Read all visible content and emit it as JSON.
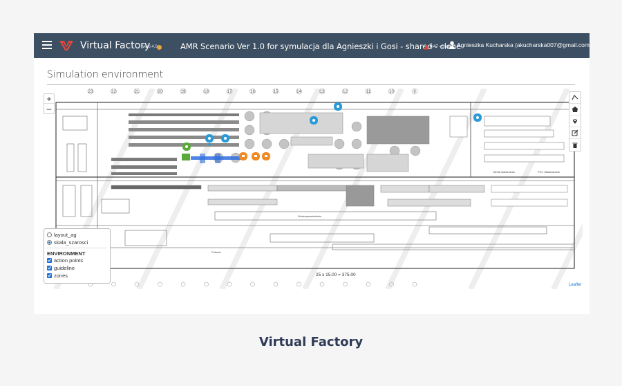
{
  "header": {
    "app_title": "Virtual Factory",
    "version": "ver0.4.0",
    "scenario_title": "AMR Scenario Ver 1.0 for symulacja dla Agnieszki i Gosi - shared - clone",
    "warning_text": "0/47 - created",
    "user": "Agnieszka Kucharska (akucharska007@gmail.com)"
  },
  "section_title": "Simulation environment",
  "map": {
    "zoom_in": "+",
    "zoom_out": "–",
    "scale_label": "25 x 15.00 = 375.00",
    "attribution": "Leaflet",
    "column_labels": [
      "23",
      "22",
      "21",
      "20",
      "19",
      "18",
      "17",
      "16",
      "15",
      "14",
      "13",
      "12",
      "11",
      "10",
      "9"
    ],
    "areas": {
      "ground_floor_label": "Strefa Nabierania",
      "pvc_label": "PVC Składowanie",
      "polish_label": "Polbrak",
      "storage_label": "Wodnaprzeładunku"
    }
  },
  "layers": {
    "base": [
      {
        "label": "layout_ag",
        "checked": false
      },
      {
        "label": "skala_szarosci",
        "checked": true
      }
    ],
    "group_title": "ENVIRONMENT",
    "overlays": [
      {
        "label": "action points",
        "checked": true
      },
      {
        "label": "guideline",
        "checked": true
      },
      {
        "label": "zones",
        "checked": true
      }
    ]
  },
  "colors": {
    "topbar": "#3d4f62",
    "accent_blue": "#2b9bd6",
    "accent_orange": "#f08a24",
    "accent_green": "#5aaa3a",
    "guideline_blue": "#2f6fe0",
    "caption": "#2f3a56"
  },
  "caption": "Virtual Factory"
}
